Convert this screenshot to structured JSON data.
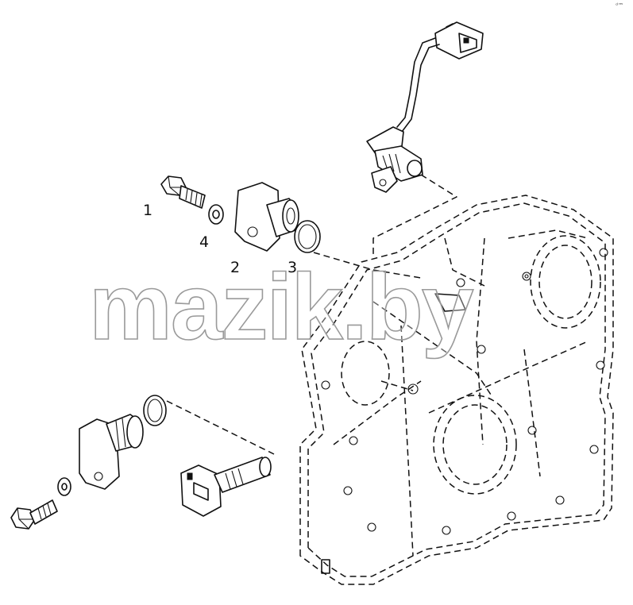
{
  "callouts": {
    "c1": "1",
    "c2": "2",
    "c3": "3",
    "c4": "4"
  },
  "watermark": "mazik.by",
  "corner_tag": "ᵈ™"
}
